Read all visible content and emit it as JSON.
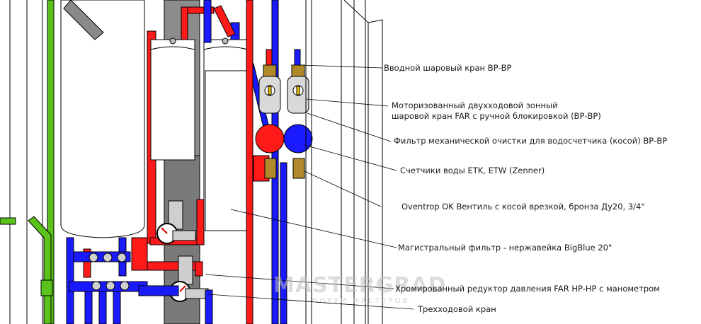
{
  "callouts": [
    {
      "id": "inlet-ball-valve",
      "lines": [
        "Вводной шаровый кран ВР-ВР"
      ]
    },
    {
      "id": "motorized-zone-valve",
      "lines": [
        "Моторизованный двухходовой зонный",
        "шаровой кран FAR с ручной блокировкой (ВР-ВР)"
      ]
    },
    {
      "id": "mechanical-filter",
      "lines": [
        "Фильтр механической очистки для водосчетчика (косой) ВР-ВР"
      ]
    },
    {
      "id": "water-meters",
      "lines": [
        "Счетчики воды ETK, ETW (Zenner)"
      ]
    },
    {
      "id": "oventrop-valve",
      "lines": [
        "Oventrop OK Вентиль с косой врезкой, бронза Ду20, 3/4\""
      ]
    },
    {
      "id": "main-filter",
      "lines": [
        "Магистральный фильтр - нержавейка BigBlue 20\""
      ]
    },
    {
      "id": "pressure-reducer",
      "lines": [
        "Хромированный редуктор давления FAR HP-HP с манометром"
      ]
    },
    {
      "id": "three-way-valve",
      "lines": [
        "Трехходовой кран"
      ]
    }
  ],
  "watermark": {
    "main": "MASTERGRAD",
    "sub": "ФОРУМ МАСТЕРОВ"
  },
  "colors": {
    "hot_pipe": "#ff1a1a",
    "cold_pipe": "#1a1aff",
    "drain_pipe": "#5ac21a",
    "column": "#8c8c8c",
    "tank": "#ffffff",
    "outline": "#000000"
  }
}
